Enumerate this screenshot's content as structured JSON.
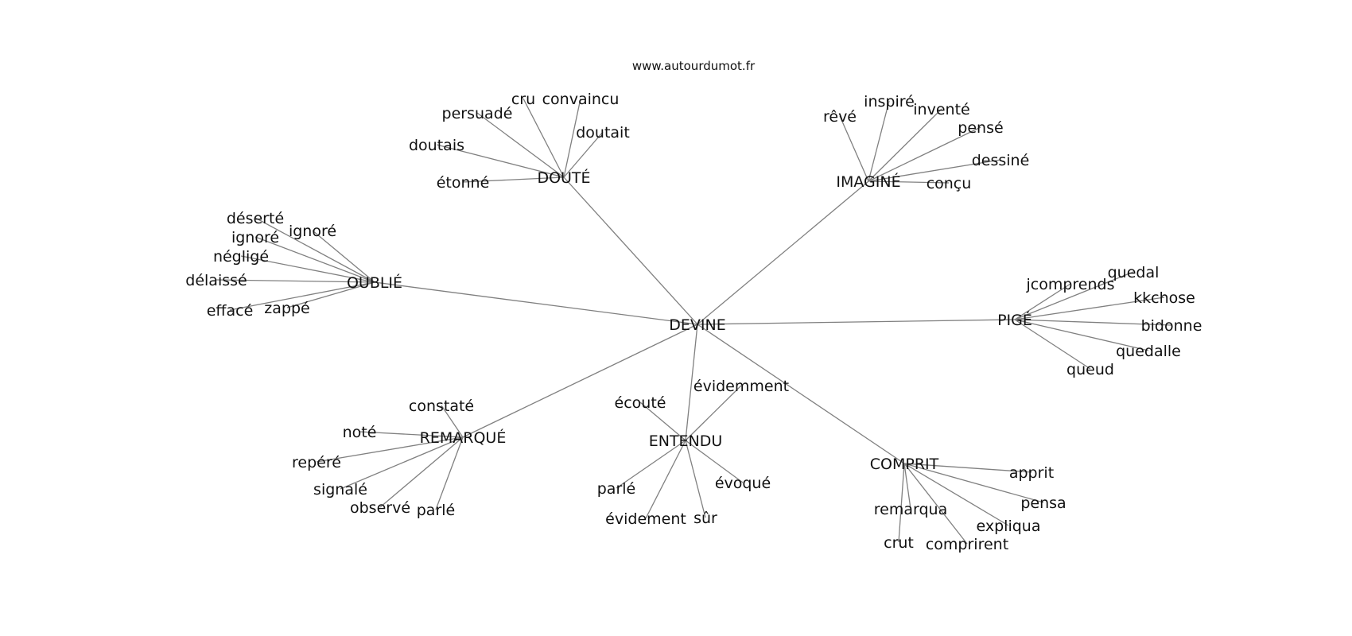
{
  "site": "www.autourdumot.fr",
  "center": "DEVINE",
  "hubs": [
    {
      "word": "DOUTÉ",
      "words": [
        "étonné",
        "doutais",
        "persuadé",
        "cru",
        "convaincu",
        "doutait"
      ]
    },
    {
      "word": "IMAGINÉ",
      "words": [
        "rêvé",
        "inspiré",
        "inventé",
        "pensé",
        "dessiné",
        "conçu"
      ]
    },
    {
      "word": "OUBLIÉ",
      "words": [
        "déserté",
        "ignoré",
        "ignoré",
        "négligé",
        "délaissé",
        "effacé",
        "zappé"
      ]
    },
    {
      "word": "PIGÉ",
      "words": [
        "jcomprends",
        "quedal",
        "kkchose",
        "bidonne",
        "quedalle",
        "queud"
      ]
    },
    {
      "word": "REMARQUÉ",
      "words": [
        "constaté",
        "noté",
        "repéré",
        "signalé",
        "observé",
        "parlé"
      ]
    },
    {
      "word": "ENTENDU",
      "words": [
        "écouté",
        "évidemment",
        "parlé",
        "évidement",
        "sûr",
        "évoqué"
      ]
    },
    {
      "word": "COMPRIT",
      "words": [
        "apprit",
        "pensa",
        "expliqua",
        "comprirent",
        "crut",
        "remarqua"
      ]
    }
  ]
}
